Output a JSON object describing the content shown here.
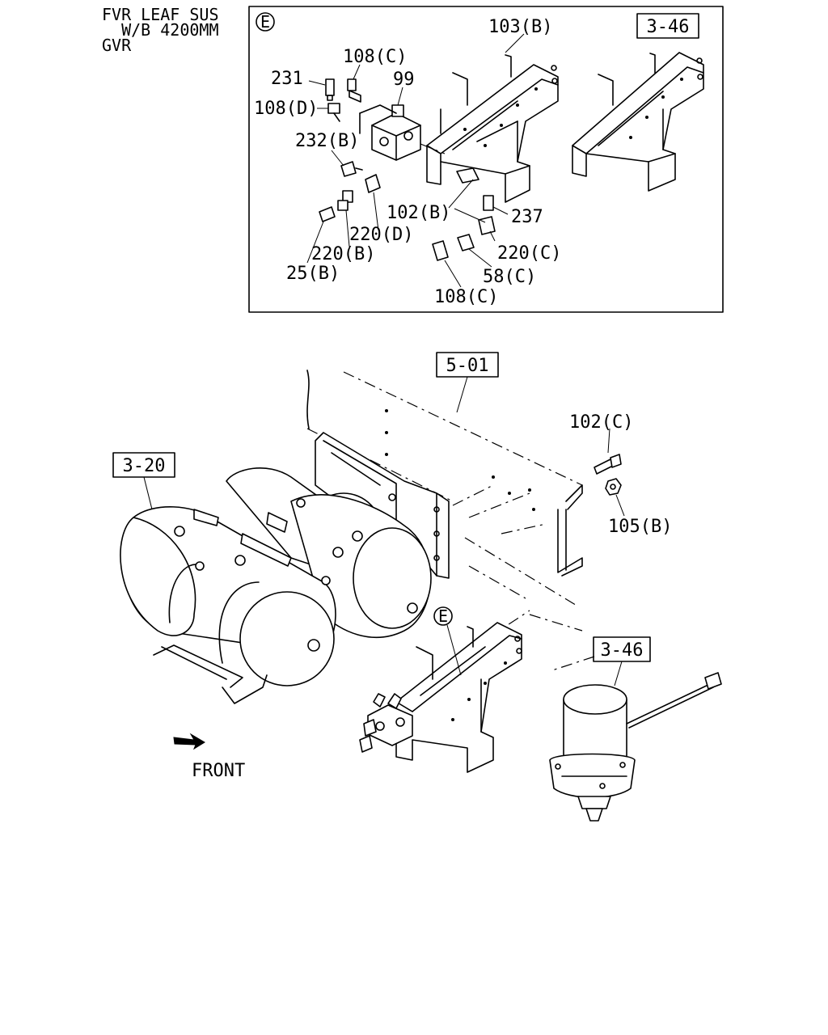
{
  "header": {
    "lines": [
      "FVR LEAF SUS",
      "  W/B 4200MM",
      "GVR"
    ]
  },
  "detail_box": {
    "marker": "E",
    "ref_box": "3-46",
    "callouts": {
      "c231": "231",
      "c108c_top": "108(C)",
      "c99": "99",
      "c108d": "108(D)",
      "c103b": "103(B)",
      "c232b": "232(B)",
      "c102b": "102(B)",
      "c237": "237",
      "c220d": "220(D)",
      "c220b": "220(B)",
      "c220c": "220(C)",
      "c25b": "25(B)",
      "c58c": "58(C)",
      "c108c_bottom": "108(C)"
    }
  },
  "main": {
    "ref_501": "5-01",
    "ref_320": "3-20",
    "ref_346": "3-46",
    "marker": "E",
    "callouts": {
      "c102c": "102(C)",
      "c105b": "105(B)"
    },
    "front_label": "FRONT"
  }
}
